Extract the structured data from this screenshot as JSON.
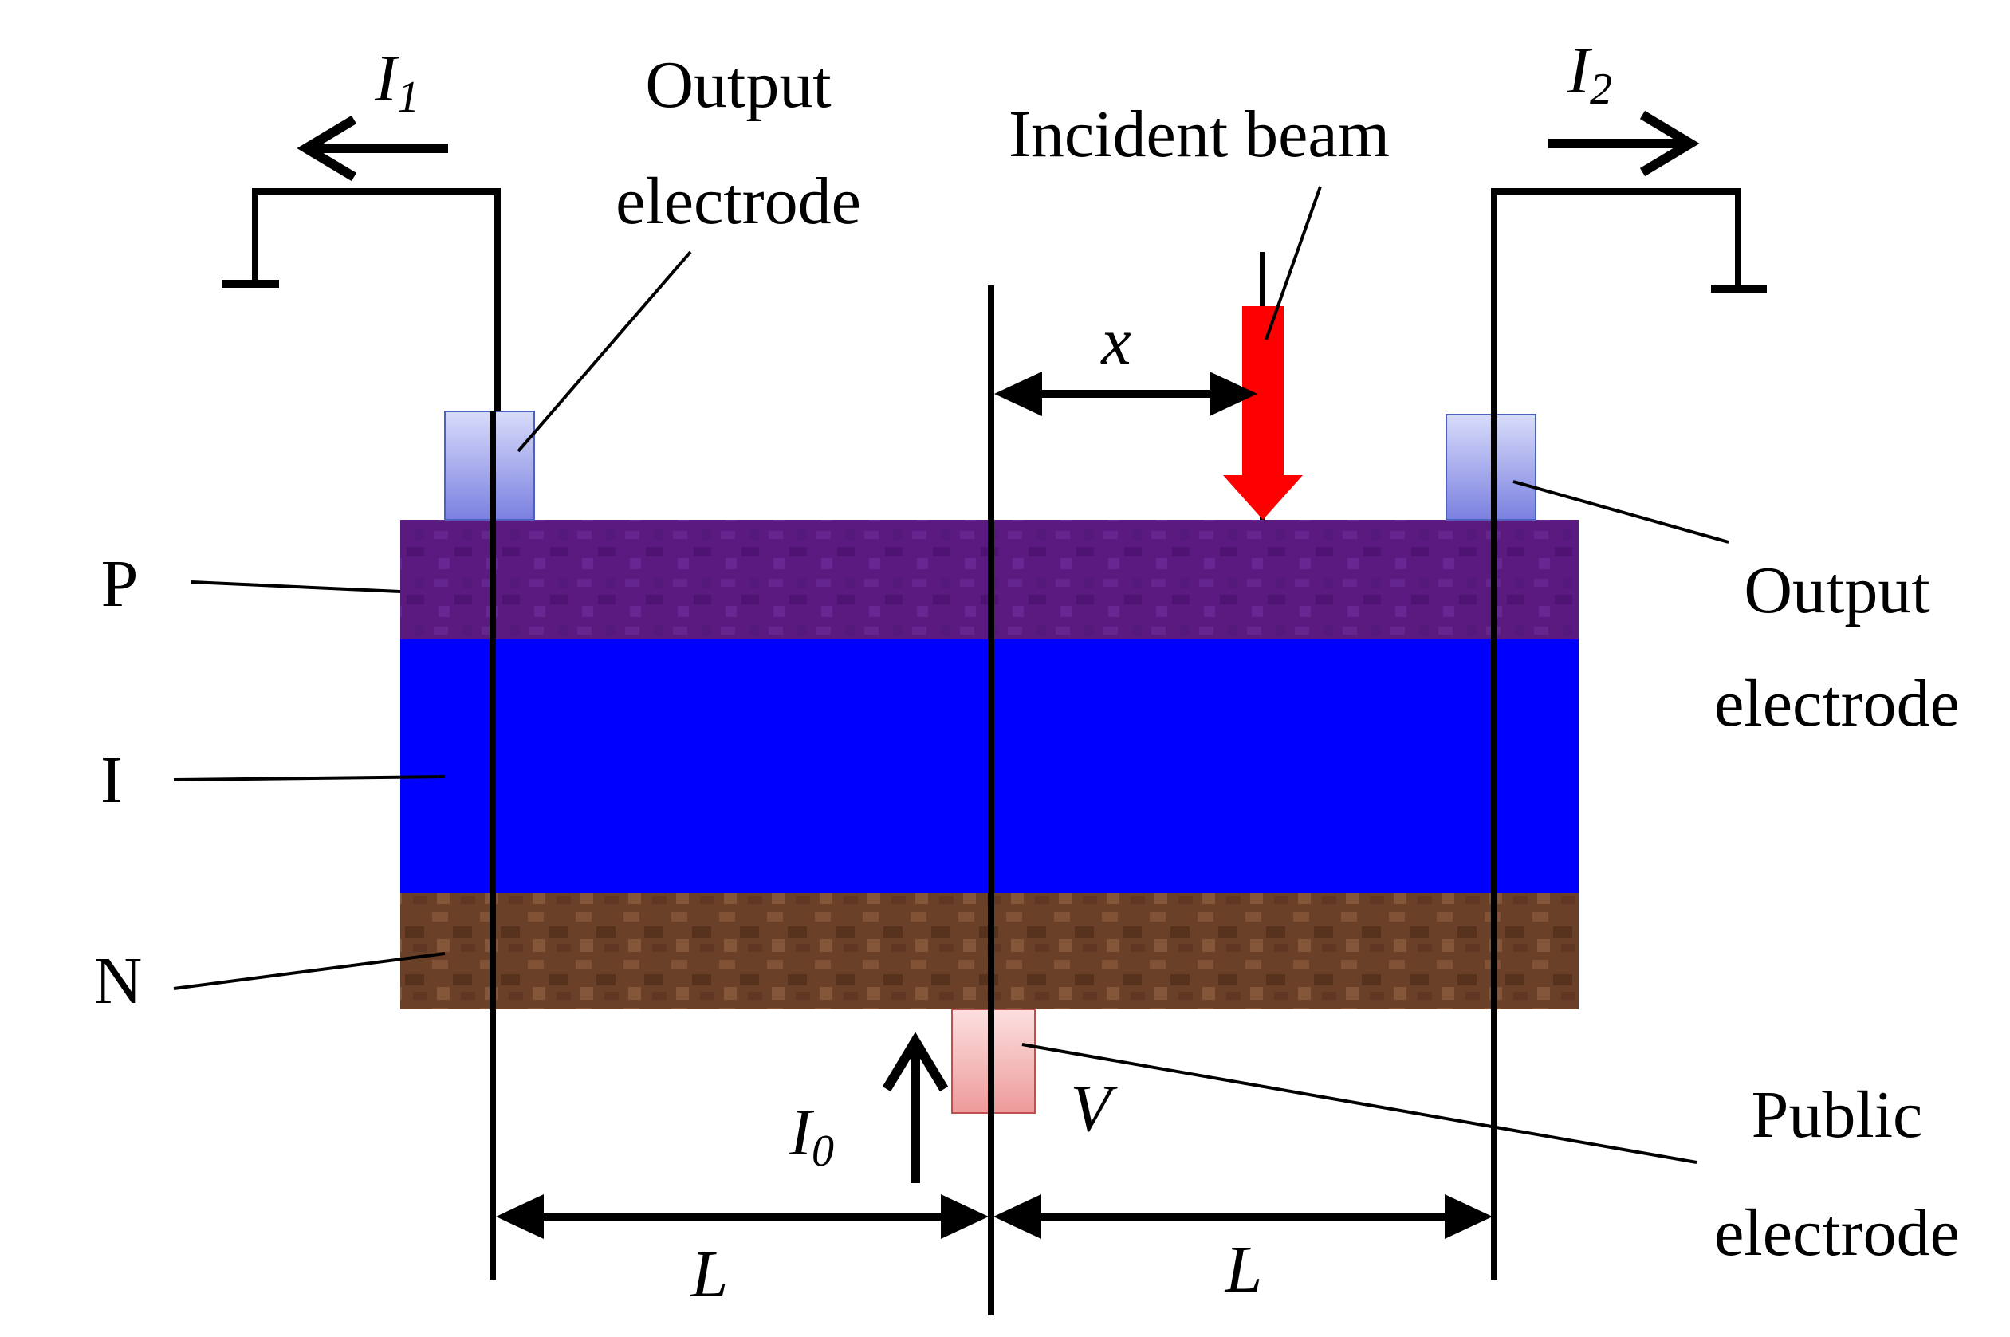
{
  "labels": {
    "output_electrode_left_line1": "Output",
    "output_electrode_left_line2": "electrode",
    "output_electrode_right_line1": "Output",
    "output_electrode_right_line2": "electrode",
    "incident_beam": "Incident beam",
    "public_electrode_line1": "Public",
    "public_electrode_line2": "electrode",
    "layer_p": "P",
    "layer_i": "I",
    "layer_n": "N"
  },
  "symbols": {
    "i1_main": "I",
    "i1_sub": "1",
    "i2_main": "I",
    "i2_sub": "2",
    "i0_main": "I",
    "i0_sub": "0",
    "x": "x",
    "v": "V",
    "l_left": "L",
    "l_right": "L"
  },
  "colors": {
    "p_layer": "#5a1a80",
    "i_layer": "#0000ff",
    "n_layer": "#6b4028",
    "incident_beam": "#ff0000",
    "output_electrode": "#b8bcf2",
    "public_electrode": "#f4b4b4"
  }
}
